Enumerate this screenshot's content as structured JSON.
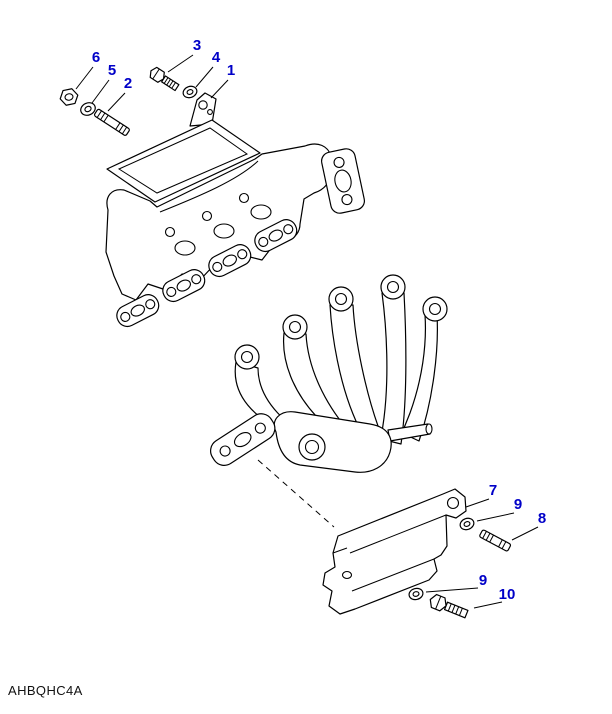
{
  "diagram": {
    "code": "AHBQHC4A",
    "callout_color": "#0000c8",
    "line_color": "#000000",
    "background_color": "#ffffff"
  },
  "callouts": [
    {
      "label": "6",
      "part": "nut"
    },
    {
      "label": "5",
      "part": "washer"
    },
    {
      "label": "2",
      "part": "stud"
    },
    {
      "label": "3",
      "part": "bolt"
    },
    {
      "label": "4",
      "part": "washer"
    },
    {
      "label": "1",
      "part": "inlet-manifold"
    },
    {
      "label": "7",
      "part": "mounting-bracket"
    },
    {
      "label": "9",
      "part": "washer"
    },
    {
      "label": "8",
      "part": "stud"
    },
    {
      "label": "9",
      "part": "washer"
    },
    {
      "label": "10",
      "part": "bolt"
    }
  ]
}
